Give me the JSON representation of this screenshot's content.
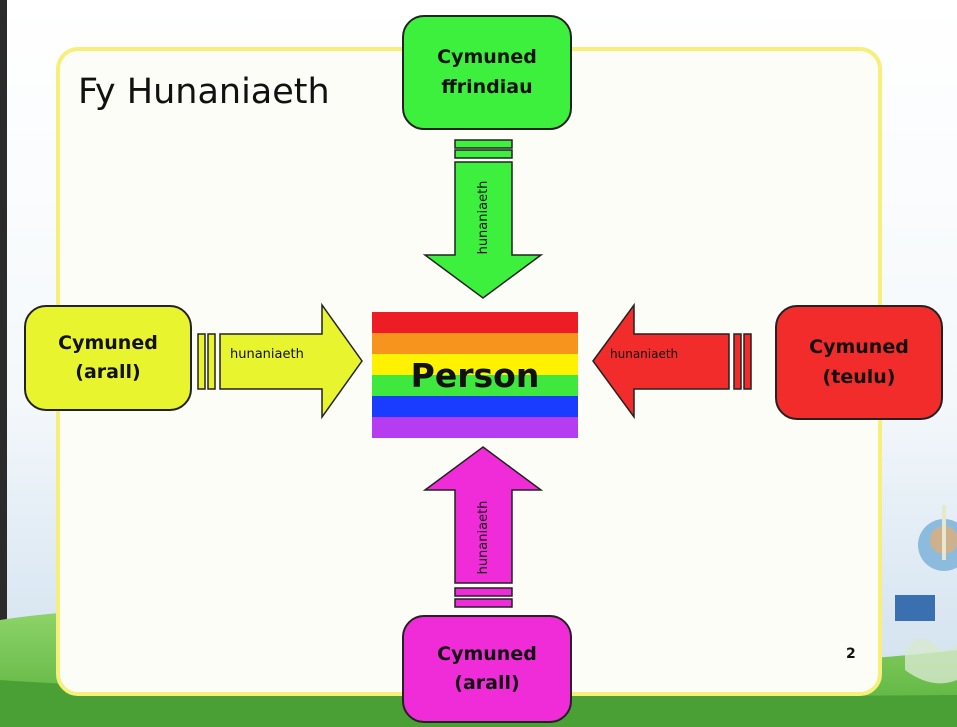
{
  "slide": {
    "title": "Fy Hunaniaeth",
    "page_number": "2"
  },
  "center": {
    "label": "Person",
    "rainbow_colors": [
      "#ee1c25",
      "#f7941d",
      "#fff200",
      "#3ee83e",
      "#1a3cff",
      "#b53cf0"
    ]
  },
  "communities": {
    "top": {
      "line1": "Cymuned",
      "line2": "ffrindiau",
      "color": "#3ef03e"
    },
    "left": {
      "line1": "Cymuned",
      "line2": "(arall)",
      "color": "#e8f52e"
    },
    "right": {
      "line1": "Cymuned",
      "line2": "(teulu)",
      "color": "#f22b2b"
    },
    "bottom": {
      "line1": "Cymuned",
      "line2": "(arall)",
      "color": "#f02cd8"
    }
  },
  "arrows": {
    "top_label": "hunaniaeth",
    "left_label": "hunaniaeth",
    "right_label": "hunaniaeth",
    "bottom_label": "hunaniaeth"
  }
}
